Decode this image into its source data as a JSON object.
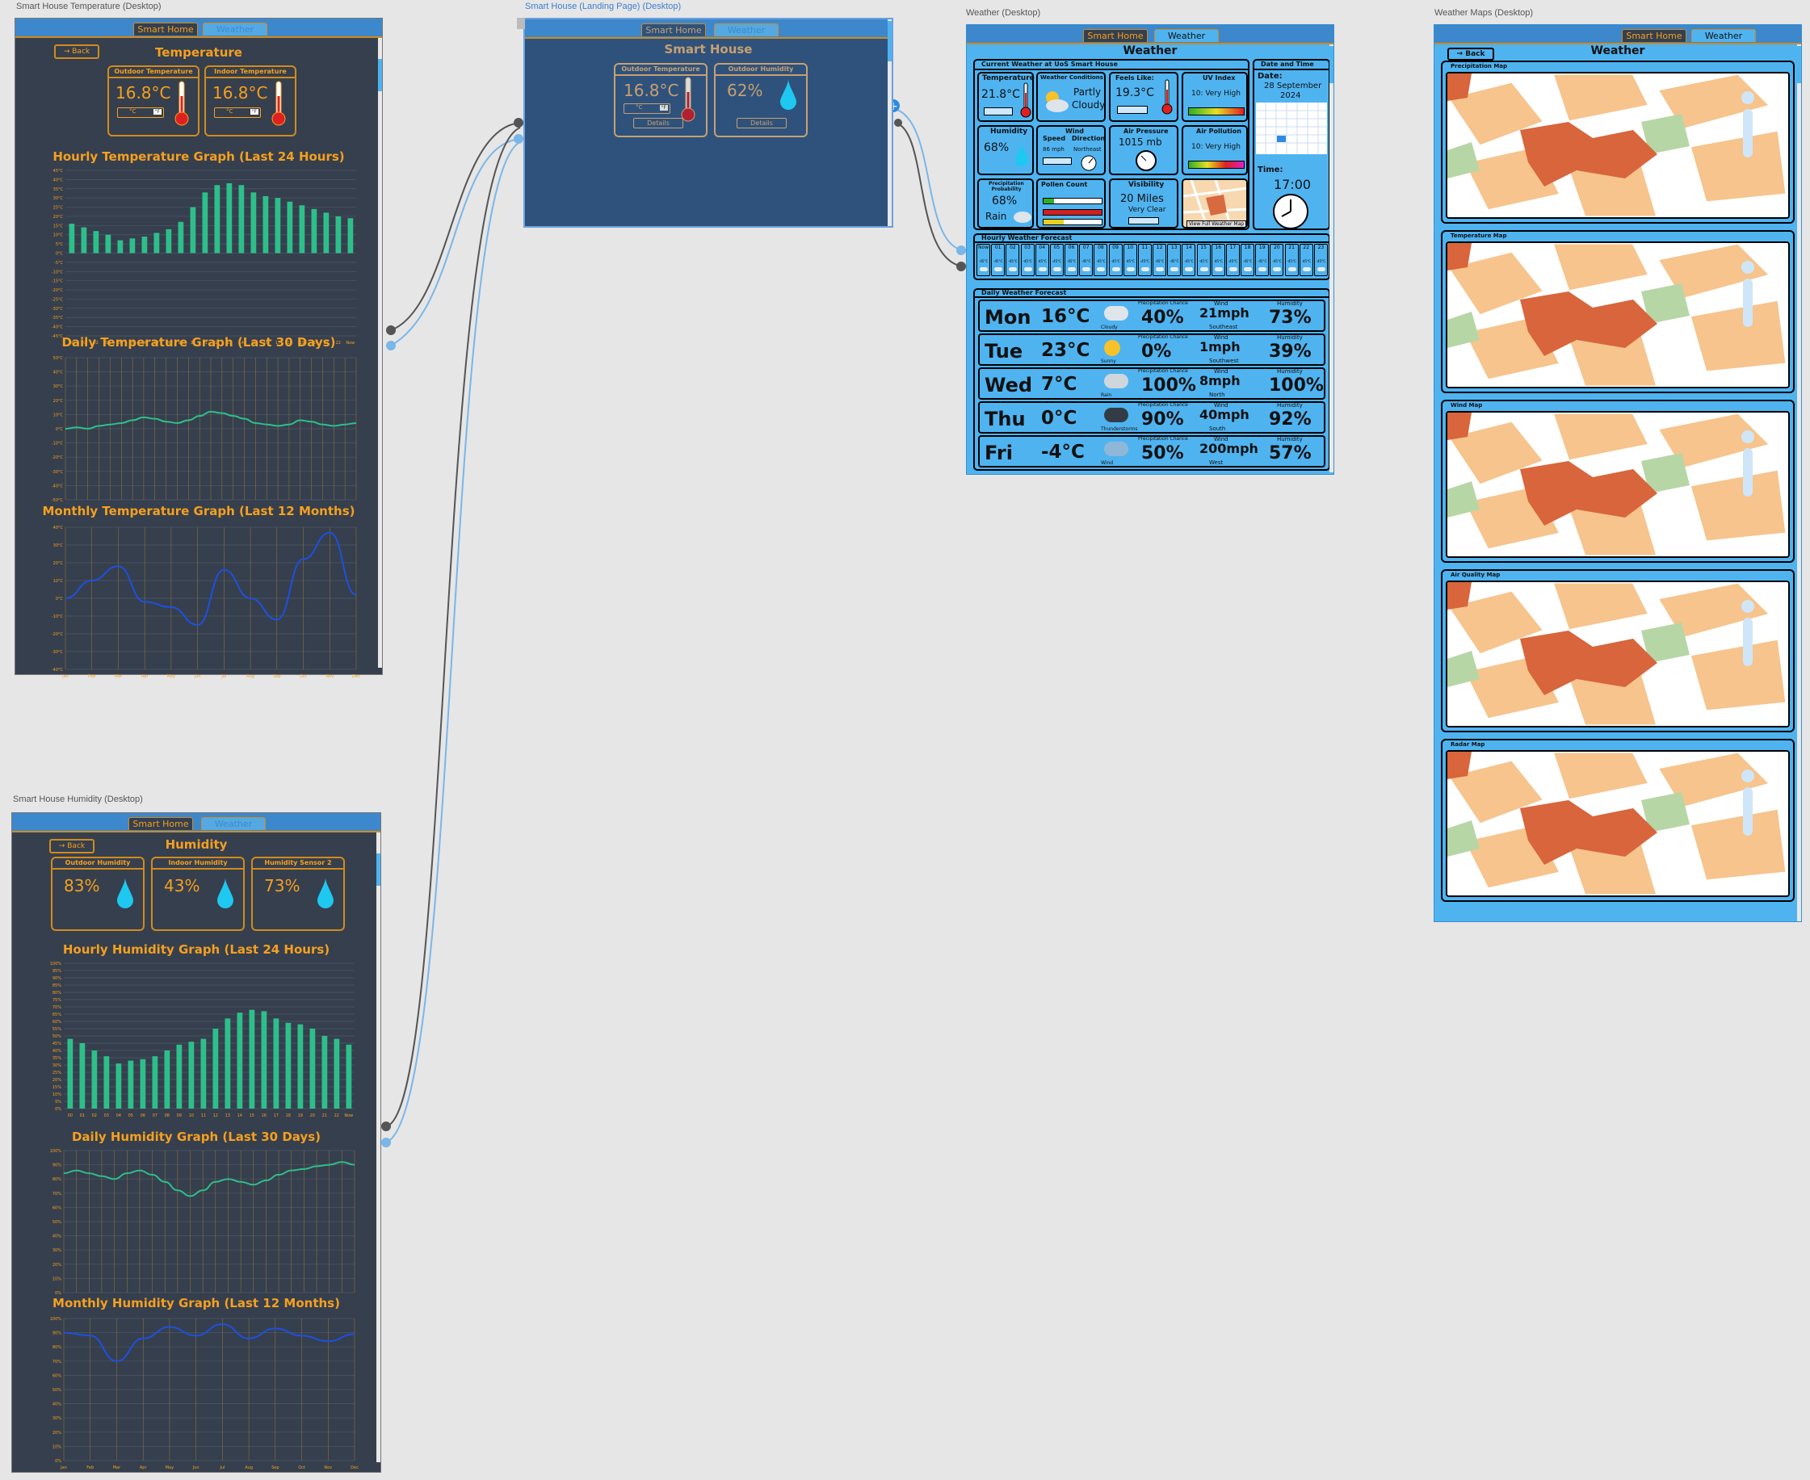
{
  "frames": {
    "temperature": {
      "label": "Smart House Temperature (Desktop)"
    },
    "landing": {
      "label": "Smart House (Landing Page) (Desktop)"
    },
    "weather": {
      "label": "Weather (Desktop)"
    },
    "maps": {
      "label": "Weather Maps (Desktop)"
    },
    "humidity": {
      "label": "Smart House Humidity (Desktop)"
    }
  },
  "tabs": {
    "home": "Smart Home",
    "weather": "Weather"
  },
  "back_label": "→ Back",
  "temperature": {
    "title": "Temperature",
    "cards": [
      {
        "title": "Outdoor Temperature",
        "value": "16.8°C",
        "unit_c": "°C",
        "unit_f": "°F"
      },
      {
        "title": "Indoor Temperature",
        "value": "16.8°C",
        "unit_c": "°C",
        "unit_f": "°F"
      }
    ],
    "hourly_title": "Hourly Temperature Graph (Last 24 Hours)",
    "daily_title": "Daily Temperature Graph (Last 30 Days)",
    "monthly_title": "Monthly Temperature Graph (Last 12 Months)"
  },
  "humidity": {
    "title": "Humidity",
    "cards": [
      {
        "title": "Outdoor Humidity",
        "value": "83%"
      },
      {
        "title": "Indoor Humidity",
        "value": "43%"
      },
      {
        "title": "Humidity Sensor 2",
        "value": "73%"
      }
    ],
    "hourly_title": "Hourly Humidity Graph (Last 24 Hours)",
    "daily_title": "Daily Humidity Graph (Last 30 Days)",
    "monthly_title": "Monthly Humidity Graph (Last 12 Months)"
  },
  "landing": {
    "title": "Smart House",
    "cards": [
      {
        "title": "Outdoor Temperature",
        "value": "16.8°C",
        "unit_c": "°C",
        "unit_f": "°F",
        "button": "Details"
      },
      {
        "title": "Outdoor Humidity",
        "value": "62%",
        "button": "Details"
      }
    ]
  },
  "weather": {
    "title": "Weather",
    "current_title": "Current Weather at UoS Smart House",
    "temperature": {
      "label": "Temperature",
      "value": "21.8°C"
    },
    "conditions": {
      "label": "Weather Conditions",
      "value1": "Partly",
      "value2": "Cloudy"
    },
    "feels": {
      "label": "Feels Like:",
      "value": "19.3°C"
    },
    "uv": {
      "label": "UV Index",
      "value": "10: Very High"
    },
    "humidity": {
      "label": "Humidity",
      "value": "68%"
    },
    "wind": {
      "label": "Wind",
      "speed_label": "Speed",
      "direction_label": "Direction",
      "speed": "86 mph",
      "direction": "Northeast"
    },
    "pressure": {
      "label": "Air Pressure",
      "value": "1015  mb"
    },
    "pollution": {
      "label": "Air Pollution",
      "value": "10: Very High"
    },
    "precip": {
      "label": "Precipitation Probability",
      "value": "68%",
      "type": "Rain"
    },
    "pollen": {
      "label": "Pollen Count"
    },
    "visibility": {
      "label": "Visibility",
      "value": "20 Miles",
      "desc": "Very Clear"
    },
    "map_button": "View Full Weather Map",
    "date_panel": {
      "title": "Date and Time",
      "date_label": "Date:",
      "date": "28 September",
      "year": "2024",
      "time_label": "Time:",
      "time": "17:00"
    },
    "hourly_title": "Hourly Weather Forecast",
    "hours": [
      "Now",
      "01",
      "02",
      "03",
      "04",
      "05",
      "06",
      "07",
      "08",
      "09",
      "10",
      "11",
      "12",
      "13",
      "14",
      "15",
      "16",
      "17",
      "18",
      "19",
      "20",
      "21",
      "22",
      "23"
    ],
    "hour_temp": "-45°C",
    "daily_title": "Daily Weather Forecast",
    "precip_label": "Precipitation Chance",
    "wind_label": "Wind",
    "humidity_label": "Humidity",
    "days": [
      {
        "day": "Mon",
        "temp": "16°C",
        "cond": "Cloudy",
        "precip": "40%",
        "wind": "21mph",
        "dir": "Southeast",
        "hum": "73%"
      },
      {
        "day": "Tue",
        "temp": "23°C",
        "cond": "Sunny",
        "precip": "0%",
        "wind": "1mph",
        "dir": "Southwest",
        "hum": "39%"
      },
      {
        "day": "Wed",
        "temp": "7°C",
        "cond": "Rain",
        "precip": "100%",
        "wind": "8mph",
        "dir": "North",
        "hum": "100%"
      },
      {
        "day": "Thu",
        "temp": "0°C",
        "cond": "Thunderstorms",
        "precip": "90%",
        "wind": "40mph",
        "dir": "South",
        "hum": "92%"
      },
      {
        "day": "Fri",
        "temp": "-4°C",
        "cond": "Wind",
        "precip": "50%",
        "wind": "200mph",
        "dir": "West",
        "hum": "57%"
      }
    ]
  },
  "maps": {
    "title": "Weather",
    "maps": [
      "Precipitation Map",
      "Temperature Map",
      "Wind Map",
      "Air Quality Map",
      "Radar Map"
    ]
  },
  "colors": {
    "accent": "#f4a020",
    "bar": "#2dbf8a",
    "line_blue": "#1e50e0",
    "sky": "#4fb3f0",
    "dark": "#363f4d",
    "navy": "#2e527c"
  },
  "chart_data": [
    {
      "type": "bar",
      "title": "Hourly Temperature Graph (Last 24 Hours)",
      "categories": [
        "00",
        "01",
        "02",
        "03",
        "04",
        "05",
        "06",
        "07",
        "08",
        "09",
        "10",
        "11",
        "12",
        "13",
        "14",
        "15",
        "16",
        "17",
        "18",
        "19",
        "20",
        "21",
        "22",
        "Now"
      ],
      "values": [
        16,
        14,
        12,
        10,
        7,
        8,
        9,
        11,
        13,
        17,
        25,
        33,
        37,
        38,
        37,
        33,
        31,
        30,
        28,
        26,
        24,
        22,
        20,
        19
      ],
      "ylim": [
        -45,
        45
      ],
      "grid": true
    },
    {
      "type": "line",
      "title": "Daily Temperature Graph (Last 30 Days)",
      "values": [
        0,
        1,
        0,
        2,
        3,
        4,
        6,
        8,
        7,
        5,
        4,
        6,
        9,
        12,
        11,
        9,
        7,
        4,
        3,
        2,
        3,
        6,
        5,
        3,
        2,
        3,
        4
      ],
      "ylim": [
        -50,
        50
      ],
      "grid": true
    },
    {
      "type": "line",
      "title": "Monthly Temperature Graph (Last 12 Months)",
      "categories": [
        "Jan",
        "Feb",
        "Mar",
        "Apr",
        "May",
        "Jun",
        "Jul",
        "Aug",
        "Sep",
        "Oct",
        "Nov",
        "Dec"
      ],
      "values": [
        0,
        10,
        18,
        -2,
        -5,
        -15,
        16,
        0,
        -12,
        22,
        37,
        2
      ],
      "ylim": [
        -40,
        40
      ],
      "grid": true
    },
    {
      "type": "bar",
      "title": "Hourly Humidity Graph (Last 24 Hours)",
      "categories": [
        "00",
        "01",
        "02",
        "03",
        "04",
        "05",
        "06",
        "07",
        "08",
        "09",
        "10",
        "11",
        "12",
        "13",
        "14",
        "15",
        "16",
        "17",
        "18",
        "19",
        "20",
        "21",
        "22",
        "Now"
      ],
      "values": [
        48,
        45,
        40,
        36,
        31,
        33,
        34,
        36,
        40,
        44,
        46,
        48,
        55,
        62,
        66,
        68,
        67,
        62,
        59,
        58,
        55,
        50,
        48,
        44
      ],
      "ylim": [
        0,
        100
      ],
      "grid": true
    },
    {
      "type": "line",
      "title": "Daily Humidity Graph (Last 30 Days)",
      "values": [
        84,
        86,
        84,
        82,
        80,
        84,
        86,
        83,
        78,
        72,
        68,
        72,
        78,
        80,
        78,
        76,
        79,
        83,
        86,
        87,
        89,
        90,
        92,
        90
      ],
      "ylim": [
        0,
        100
      ],
      "grid": true
    },
    {
      "type": "line",
      "title": "Monthly Humidity Graph (Last 12 Months)",
      "categories": [
        "Jan",
        "Feb",
        "Mar",
        "Apr",
        "May",
        "Jun",
        "Jul",
        "Aug",
        "Sep",
        "Oct",
        "Nov",
        "Dec"
      ],
      "values": [
        90,
        88,
        70,
        86,
        94,
        88,
        96,
        86,
        93,
        88,
        84,
        89
      ],
      "ylim": [
        0,
        100
      ],
      "grid": true
    }
  ]
}
